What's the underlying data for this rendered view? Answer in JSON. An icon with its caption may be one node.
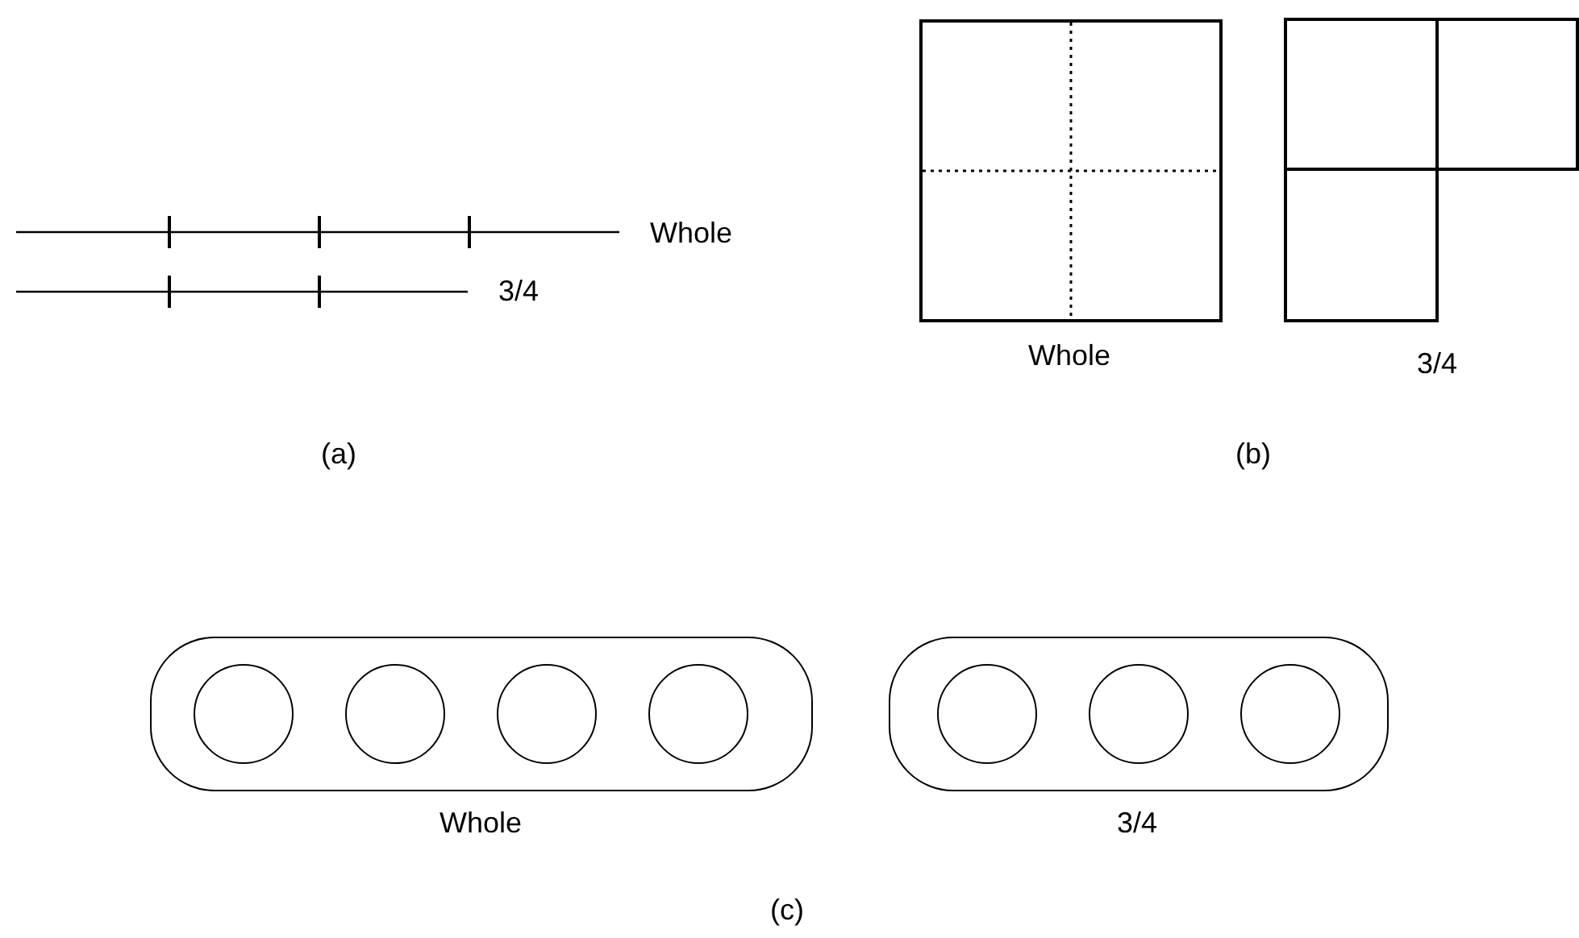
{
  "diagram": {
    "nodes": [
      {
        "text": [],
        "shape": "box",
        "beside": [
          "Whole"
        ]
      },
      {
        "text": [],
        "shape": "box",
        "beside": [
          "3/4"
        ]
      },
      {
        "text": [],
        "shape": "capsule",
        "beside": [
          "Whole"
        ]
      },
      {
        "text": [],
        "shape": "circle",
        "in": 2
      },
      {
        "text": [],
        "shape": "circle",
        "in": 2
      },
      {
        "text": [],
        "shape": "circle",
        "in": 2
      },
      {
        "text": [],
        "shape": "circle",
        "in": 2
      },
      {
        "text": [],
        "shape": "capsule",
        "beside": [
          "3/4"
        ]
      },
      {
        "text": [],
        "shape": "circle",
        "in": 7
      },
      {
        "text": [],
        "shape": "circle",
        "in": 7
      },
      {
        "text": [],
        "shape": "circle",
        "in": 7
      }
    ],
    "edges": [],
    "labels": [
      "Whole",
      "3/4",
      "(a)",
      "(b)",
      "(c)"
    ]
  }
}
